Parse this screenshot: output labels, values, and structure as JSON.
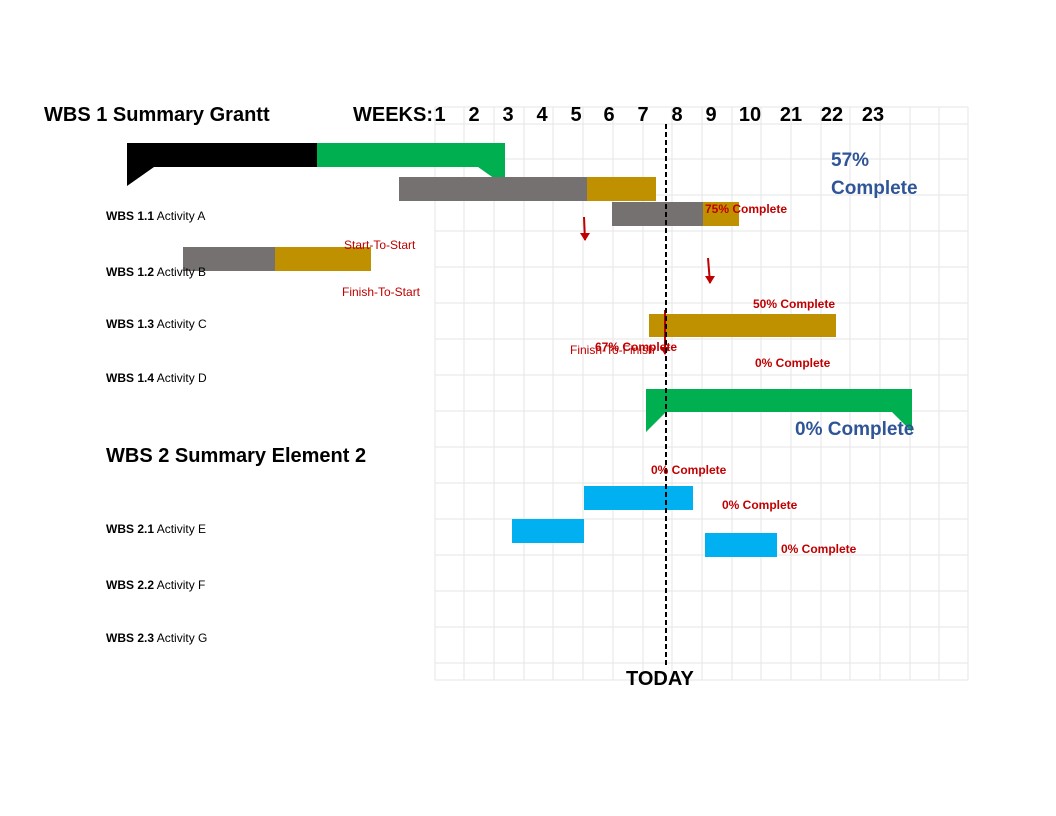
{
  "colors": {
    "black": "#000000",
    "summary_green": "#00b050",
    "complete_gray": "#767171",
    "remaining_gold": "#bf9000",
    "wbs2_blue": "#00b0f0",
    "label_red": "#c00000",
    "summary_blue": "#2f5597",
    "grid": "#e7e6e6"
  },
  "headings": {
    "wbs1_title": "WBS 1 Summary Grantt",
    "weeks_label": "WEEKS:",
    "wbs2_title": "WBS 2 Summary Element 2",
    "today": "TODAY"
  },
  "week_numbers": [
    "1",
    "2",
    "3",
    "4",
    "5",
    "6",
    "7",
    "8",
    "9",
    "10",
    "21",
    "22",
    "23"
  ],
  "activities": [
    {
      "id": "WBS 1.1",
      "name": "Activity A"
    },
    {
      "id": "WBS 1.2",
      "name": "Activity B"
    },
    {
      "id": "WBS 1.3",
      "name": "Activity C"
    },
    {
      "id": "WBS 1.4",
      "name": "Activity D"
    },
    {
      "id": "WBS 2.1",
      "name": "Activity E"
    },
    {
      "id": "WBS 2.2",
      "name": "Activity F"
    },
    {
      "id": "WBS 2.3",
      "name": "Activity G"
    }
  ],
  "annotations": {
    "wbs1_complete_line1": "57%",
    "wbs1_complete_line2": "Complete",
    "wbs2_complete": "0% Complete",
    "pct_75": "75% Complete",
    "pct_50": "50% Complete",
    "pct_67": "67% Complete",
    "pct_0_a": "0% Complete",
    "pct_0_e": "0% Complete",
    "pct_0_f": "0% Complete",
    "pct_0_g": "0% Complete",
    "dep_sts": "Start-To-Start",
    "dep_fts": "Finish-To-Start",
    "dep_ftf": "Finish-To-Finish"
  },
  "chart_data": {
    "type": "gantt",
    "title": "WBS 1 Summary Grantt",
    "x_axis_label": "WEEKS:",
    "x_tick_labels": [
      "1",
      "2",
      "3",
      "4",
      "5",
      "6",
      "7",
      "8",
      "9",
      "10",
      "21",
      "22",
      "23"
    ],
    "today_week": 7.7,
    "summaries": [
      {
        "name": "WBS 1 Summary Grantt",
        "percent_complete": 57
      },
      {
        "name": "WBS 2 Summary Element 2",
        "percent_complete": 0
      }
    ],
    "tasks": [
      {
        "name": "WBS 1.1 Activity A",
        "percent_complete": 75
      },
      {
        "name": "WBS 1.2 Activity B",
        "percent_complete": 67
      },
      {
        "name": "WBS 1.3 Activity C",
        "percent_complete": 50
      },
      {
        "name": "WBS 1.4 Activity D",
        "percent_complete": 0
      },
      {
        "name": "WBS 2.1 Activity E",
        "percent_complete": 0
      },
      {
        "name": "WBS 2.2 Activity F",
        "percent_complete": 0
      },
      {
        "name": "WBS 2.3 Activity G",
        "percent_complete": 0
      }
    ],
    "dependencies": [
      "Start-To-Start",
      "Finish-To-Start",
      "Finish-To-Finish"
    ]
  }
}
